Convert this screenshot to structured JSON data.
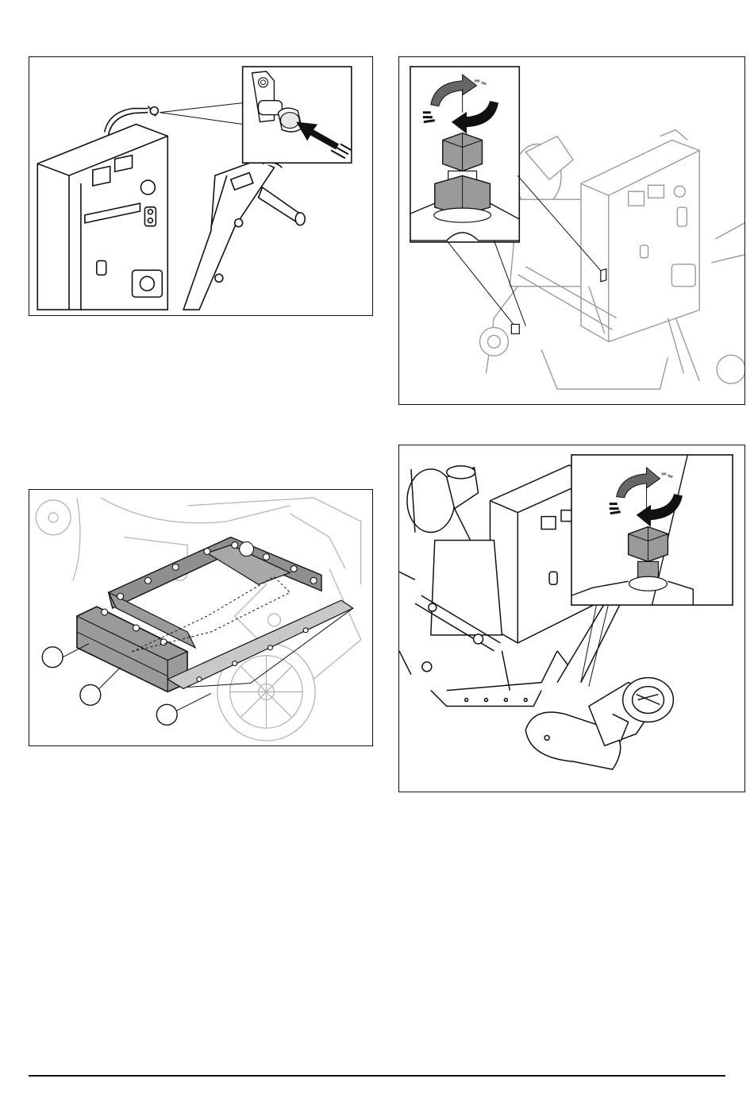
{
  "page": {
    "kind": "manual-illustration-page"
  },
  "figures": [
    {
      "id": "fig-top-left",
      "subject": "push-button-detail"
    },
    {
      "id": "fig-top-right",
      "subject": "bolt-tighten-detail"
    },
    {
      "id": "fig-bottom-left",
      "subject": "blade-holder-assembly",
      "callouts": [
        "",
        "",
        ""
      ]
    },
    {
      "id": "fig-bottom-right",
      "subject": "bolt-tighten-detail-2"
    }
  ],
  "icons": {
    "arrow": "arrow-icon",
    "rotate": "rotate-icon",
    "bolt": "bolt-icon"
  },
  "colors": {
    "line": "#111111",
    "shade": "#9a9a9a",
    "light": "#cfcfcf"
  }
}
